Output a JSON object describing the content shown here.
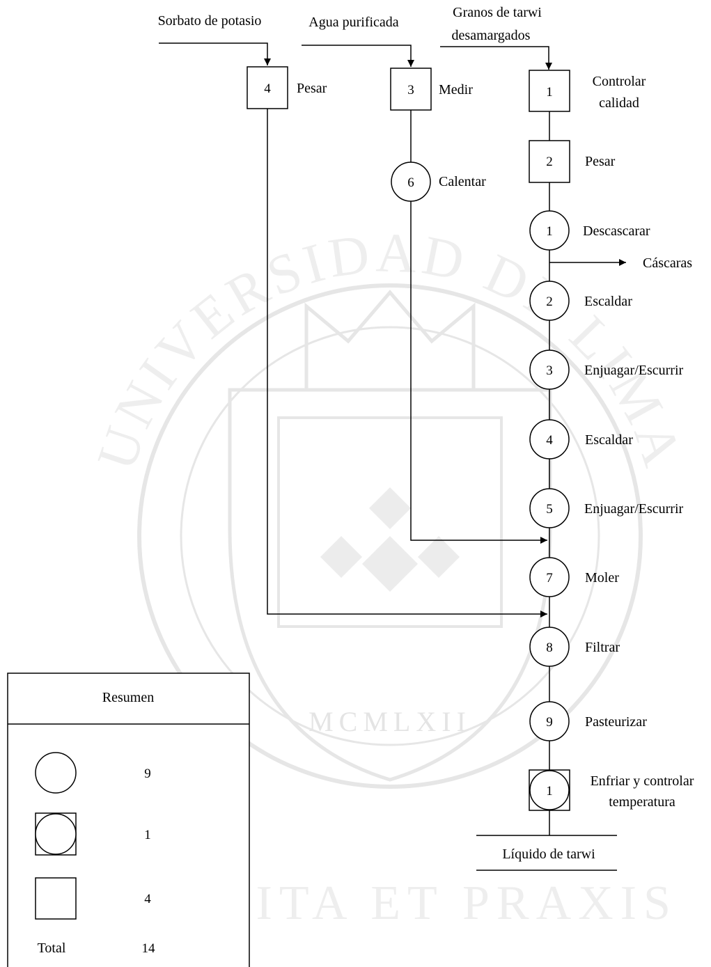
{
  "inputs": {
    "sorbato": "Sorbato de potasio",
    "agua": "Agua purificada",
    "granos_line1": "Granos de tarwi",
    "granos_line2": "desamargados"
  },
  "steps": {
    "pesar_sorbato": {
      "num": "4",
      "label": "Pesar"
    },
    "medir_agua": {
      "num": "3",
      "label": "Medir"
    },
    "calentar": {
      "num": "6",
      "label": "Calentar"
    },
    "controlar": {
      "num": "1",
      "label_line1": "Controlar",
      "label_line2": "calidad"
    },
    "pesar_granos": {
      "num": "2",
      "label": "Pesar"
    },
    "descascarar": {
      "num": "1",
      "label": "Descascarar"
    },
    "escaldar1": {
      "num": "2",
      "label": "Escaldar"
    },
    "enjuagar1": {
      "num": "3",
      "label": "Enjuagar/Escurrir"
    },
    "escaldar2": {
      "num": "4",
      "label": "Escaldar"
    },
    "enjuagar2": {
      "num": "5",
      "label": "Enjuagar/Escurrir"
    },
    "moler": {
      "num": "7",
      "label": "Moler"
    },
    "filtrar": {
      "num": "8",
      "label": "Filtrar"
    },
    "pasteurizar": {
      "num": "9",
      "label": "Pasteurizar"
    },
    "enfriar": {
      "num": "1",
      "label_line1": "Enfriar y controlar",
      "label_line2": "temperatura"
    }
  },
  "outputs": {
    "cascaras": "Cáscaras",
    "final": "Líquido de tarwi"
  },
  "summary": {
    "title": "Resumen",
    "operation_count": "9",
    "combined_count": "1",
    "inspection_count": "4",
    "total_label": "Total",
    "total_value": "14"
  },
  "watermark": {
    "text": "UNIVERSIDAD DE LIMA",
    "year": "MCMLXII",
    "motto": "VITA ET PRAXIS",
    "color": "#e8e8e8"
  }
}
